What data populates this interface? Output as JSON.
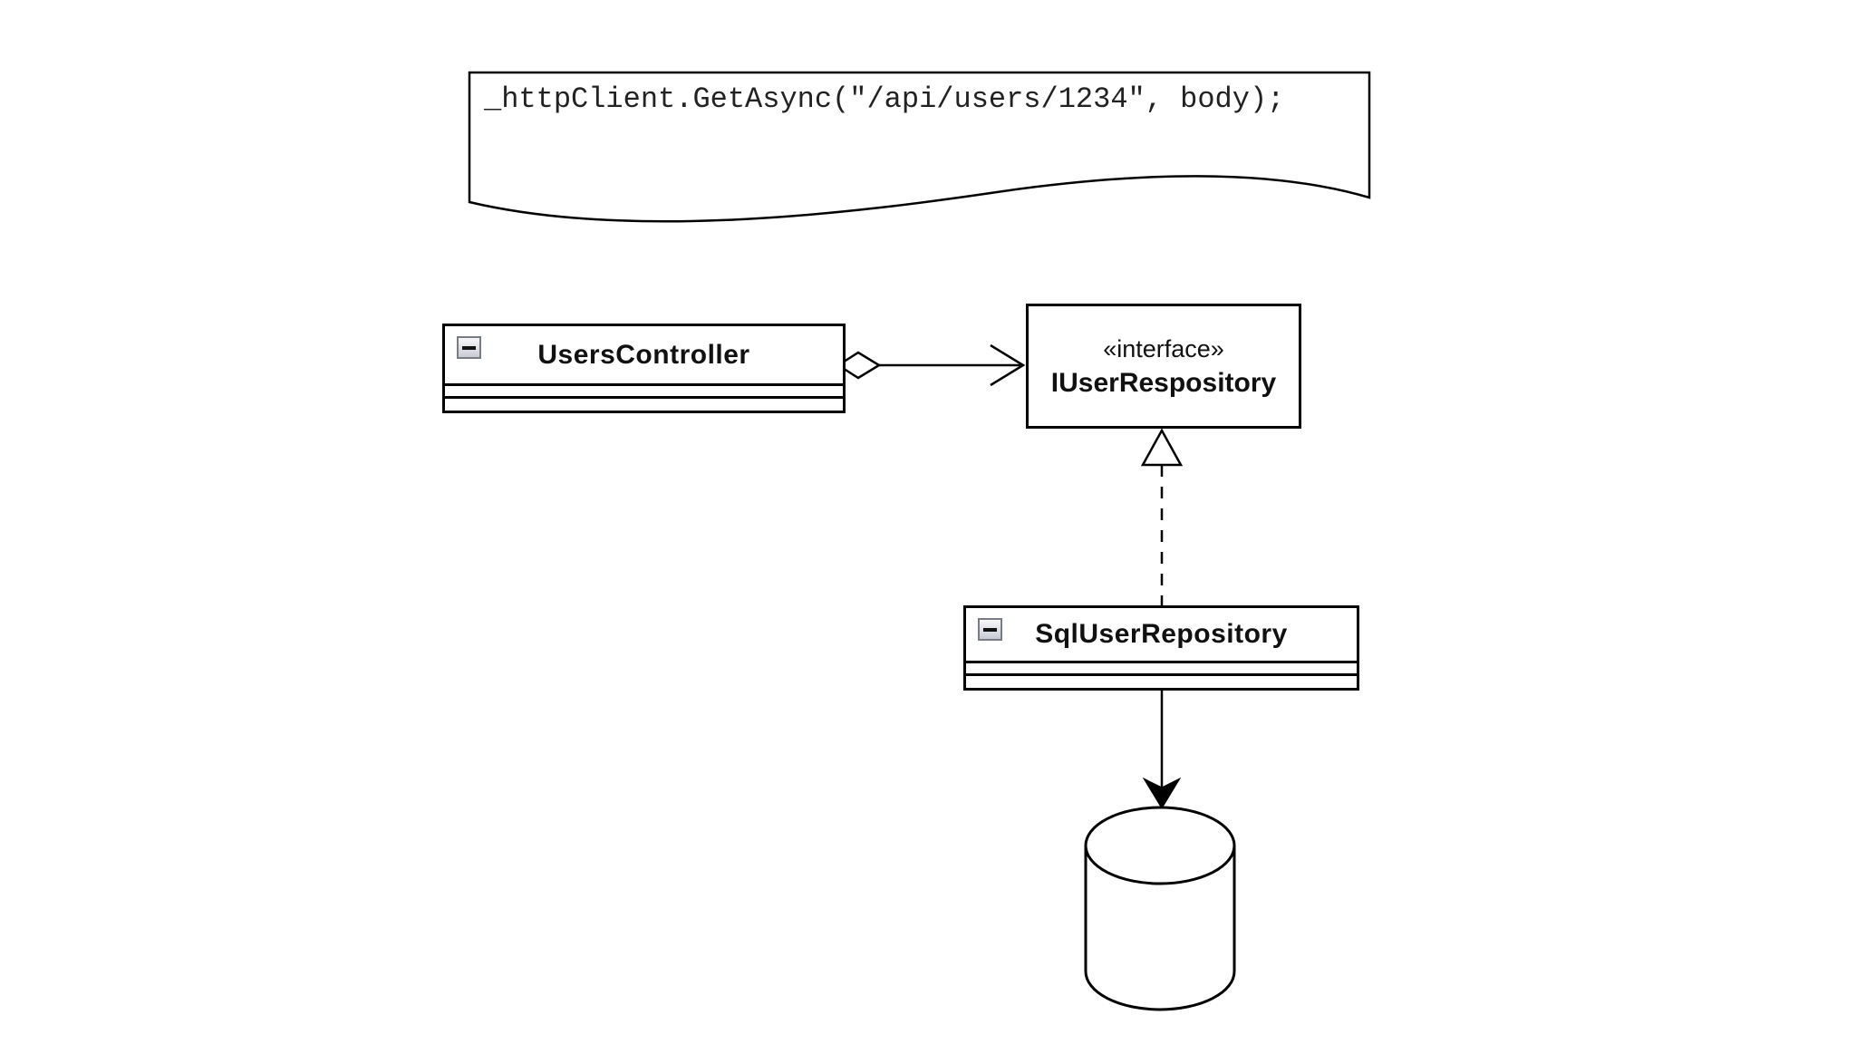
{
  "canvas": {
    "background": "#ffffff",
    "stroke_color": "#000000",
    "text_color": "#111111"
  },
  "note": {
    "code": "_httpClient.GetAsync(\"/api/users/1234\", body);"
  },
  "nodes": {
    "users_controller": {
      "name": "UsersController",
      "kind": "class",
      "collapse_icon": "minus"
    },
    "iuser_repository": {
      "stereotype": "«interface»",
      "name": "IUserRespository",
      "kind": "interface"
    },
    "sql_user_repository": {
      "name": "SqlUserRepository",
      "kind": "class",
      "collapse_icon": "minus"
    },
    "database": {
      "kind": "cylinder"
    }
  },
  "edges": [
    {
      "from": "UsersController",
      "to": "IUserRespository",
      "type": "aggregation-with-open-arrow",
      "line": "solid"
    },
    {
      "from": "SqlUserRepository",
      "to": "IUserRespository",
      "type": "realization-hollow-triangle",
      "line": "dashed"
    },
    {
      "from": "SqlUserRepository",
      "to": "database",
      "type": "directed-association-filled-arrow",
      "line": "solid"
    }
  ]
}
